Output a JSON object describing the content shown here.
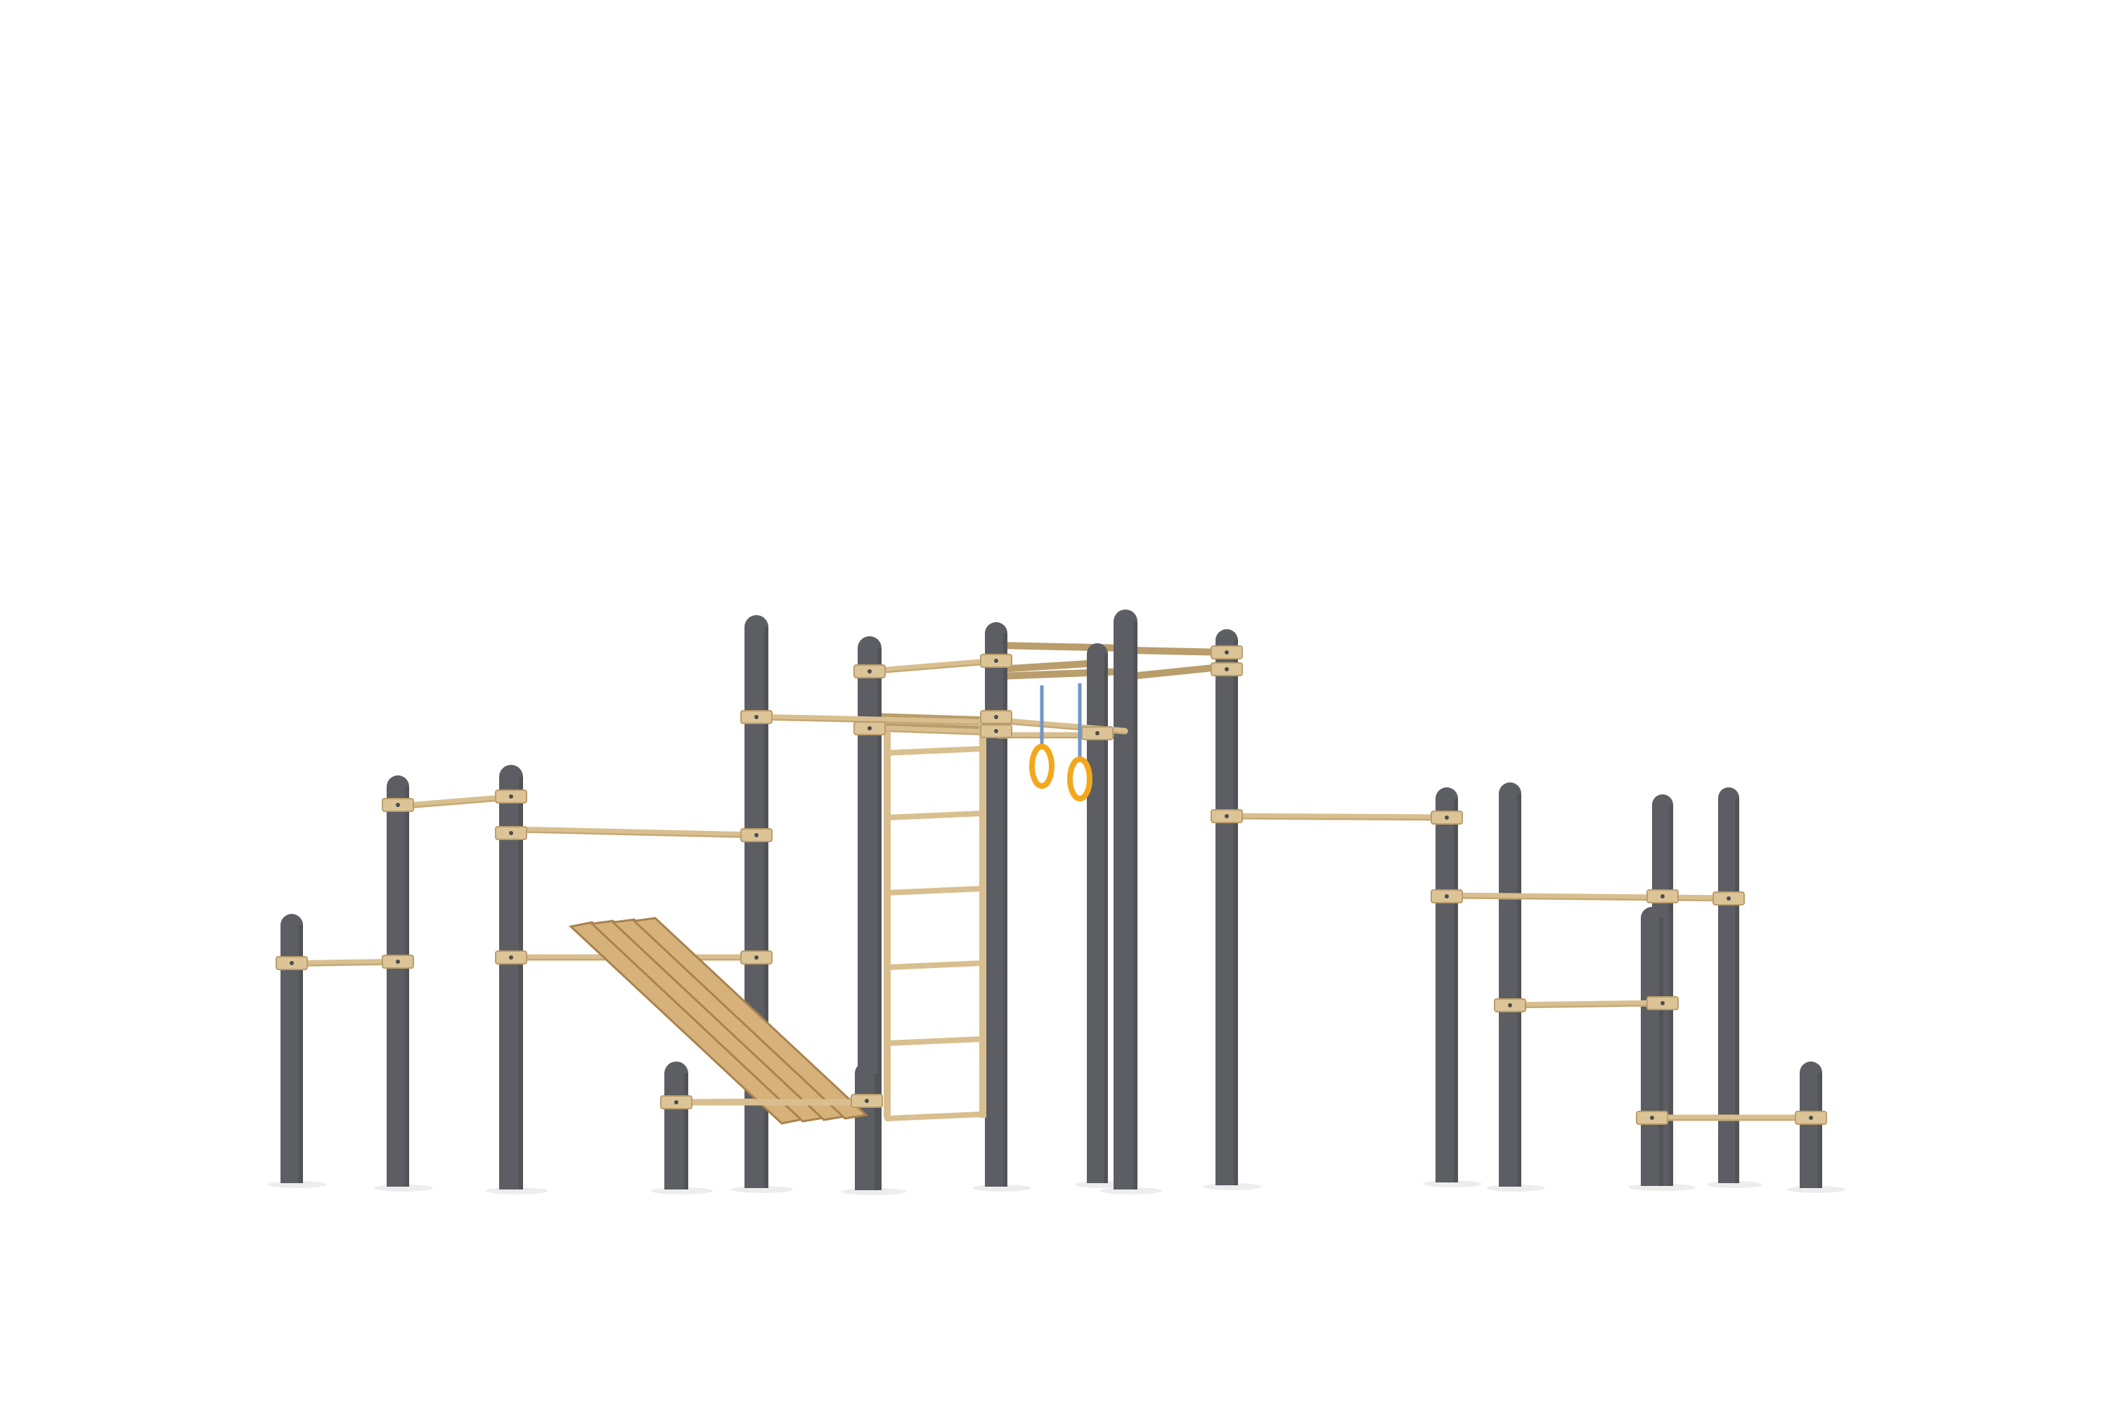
{
  "scene": {
    "subject": "outdoor-calisthenics-workout-station",
    "background_color": "#ffffff",
    "colors": {
      "post": "#5c5e63",
      "post_shade": "#4a4c50",
      "bar": "#d9bf8f",
      "bar_shade": "#b99d6b",
      "clamp": "#ddc497",
      "wood": "#d6b27a",
      "wood_shade": "#a9824d",
      "ring": "#f2a81d",
      "strap": "#6f95c9",
      "shadow": "#ededed"
    },
    "components": [
      "parallel-bars-left",
      "pull-up-bars-left",
      "sit-up-bench",
      "wall-ladder",
      "gymnastic-rings",
      "high-pull-up-frame",
      "long-pull-up-bar",
      "parallel-bars-right",
      "low-bars-right"
    ]
  }
}
